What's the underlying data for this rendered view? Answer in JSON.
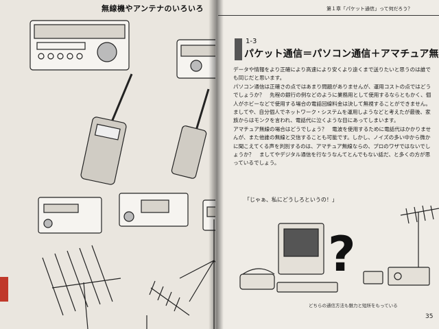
{
  "left_page": {
    "running_head": "無線機やアンテナのいろいろ"
  },
  "right_page": {
    "running_head": "第１章「パケット通信」って何だろう？",
    "section_number": "1-3",
    "section_title": "パケット通信＝パソコン通信＋アマチュア無線",
    "paragraphs": [
      "データや情報をより正確により高速により安くより遠くまで送りたいと思うのは誰でも同じだと思います。",
      "パソコン通信は正確さの点ではあまり問題がありませんが、運用コストの点ではどうでしょうか？　先程の銀行の例などのように業務用として使用するならともかく、個人がホビーなどで使用する場合の電話回線料金は決して無視することができません。ましてや、自分個人でネットワーク・システムを運用しようなどと考えたが最後、家族からはモンクを言われ、電話代に泣くような目にあってしまいます。",
      "アマチュア無線の場合はどうでしょう？　電波を使用するために電話代はかかりませんが、また他誰の無線と交信することも可能です。しかし、ノイズの多い中から微かに聞こえてくる声を判別するのは、アマチュア無線ならの、プロのワザではないでしょうか？　ましてやデジタル通信を行なうなんてとんでもない話だ、と多くの方が思っているでしょう。"
    ],
    "quote": "「じゃぁ、私にどうしろというの！」",
    "caption": "どちらの通信方法も魅力と短所をもっている",
    "page_number": "35"
  },
  "colors": {
    "page": "#eae6df",
    "ink": "#111111",
    "tab": "#c0392b"
  }
}
